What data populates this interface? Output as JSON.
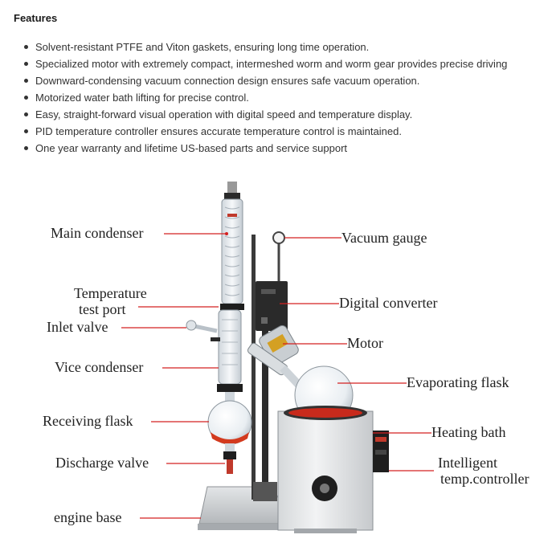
{
  "heading": "Features",
  "features": [
    "Solvent-resistant PTFE and Viton gaskets, ensuring long time operation.",
    "Specialized motor with extremely compact, intermeshed worm and worm gear provides precise driving",
    "Downward-condensing vacuum connection design ensures safe vacuum operation.",
    "Motorized water bath lifting for precise control.",
    "Easy, straight-forward visual operation with digital speed and temperature display.",
    "PID temperature controller ensures accurate temperature control is maintained.",
    "One year warranty and lifetime US-based parts and service support"
  ],
  "labels": {
    "main_condenser": "Main condenser",
    "temperature_1": "Temperature",
    "temperature_2": "test port",
    "inlet_valve": "Inlet valve",
    "vice_condenser": "Vice condenser",
    "receiving_flask": "Receiving flask",
    "discharge_valve": "Discharge valve",
    "engine_base": "engine base",
    "vacuum_gauge": "Vacuum gauge",
    "digital_converter": "Digital converter",
    "motor": "Motor",
    "evaporating_flask": "Evaporating flask",
    "heating_bath": "Heating bath",
    "intelligent_1": "Intelligent",
    "intelligent_2": "temp.controller"
  }
}
